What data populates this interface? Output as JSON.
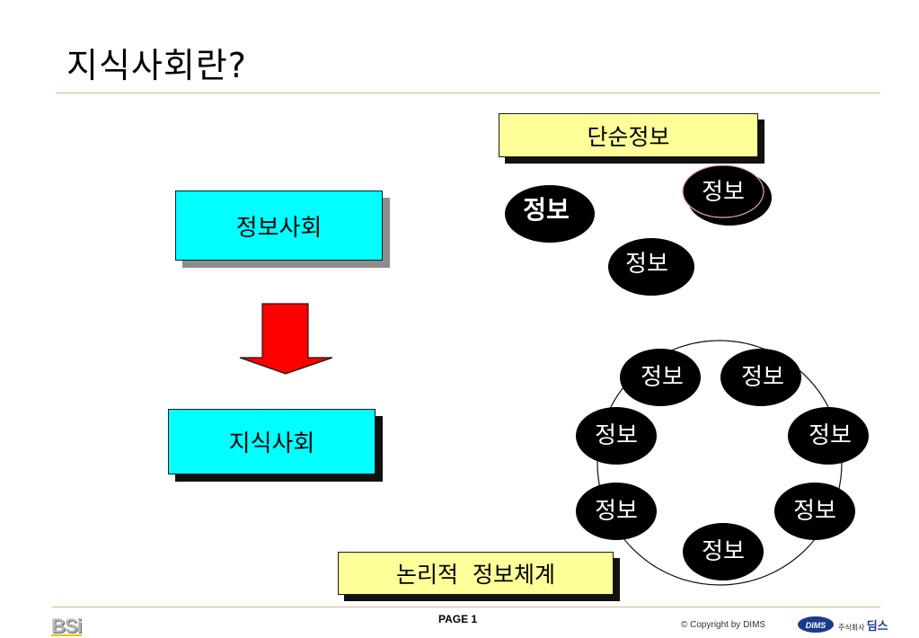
{
  "title": "지식사회란?",
  "nodes": {
    "info_society": "정보사회",
    "knowledge_society": "지식사회",
    "simple_info": "단순정보",
    "logical_system": "논리적  정보체계",
    "info": "정보"
  },
  "footer": {
    "page": "PAGE 1",
    "copyright": "© Copyright by DIMS",
    "logo_left": "BSi",
    "logo_right_brand": "DIMS",
    "logo_right_prefix": "주식회사",
    "logo_right_name": "딤스"
  },
  "colors": {
    "cyan_box": "#00ffff",
    "yellow_box": "#ffff99",
    "arrow": "#ff0000",
    "ellipse": "#000000"
  }
}
